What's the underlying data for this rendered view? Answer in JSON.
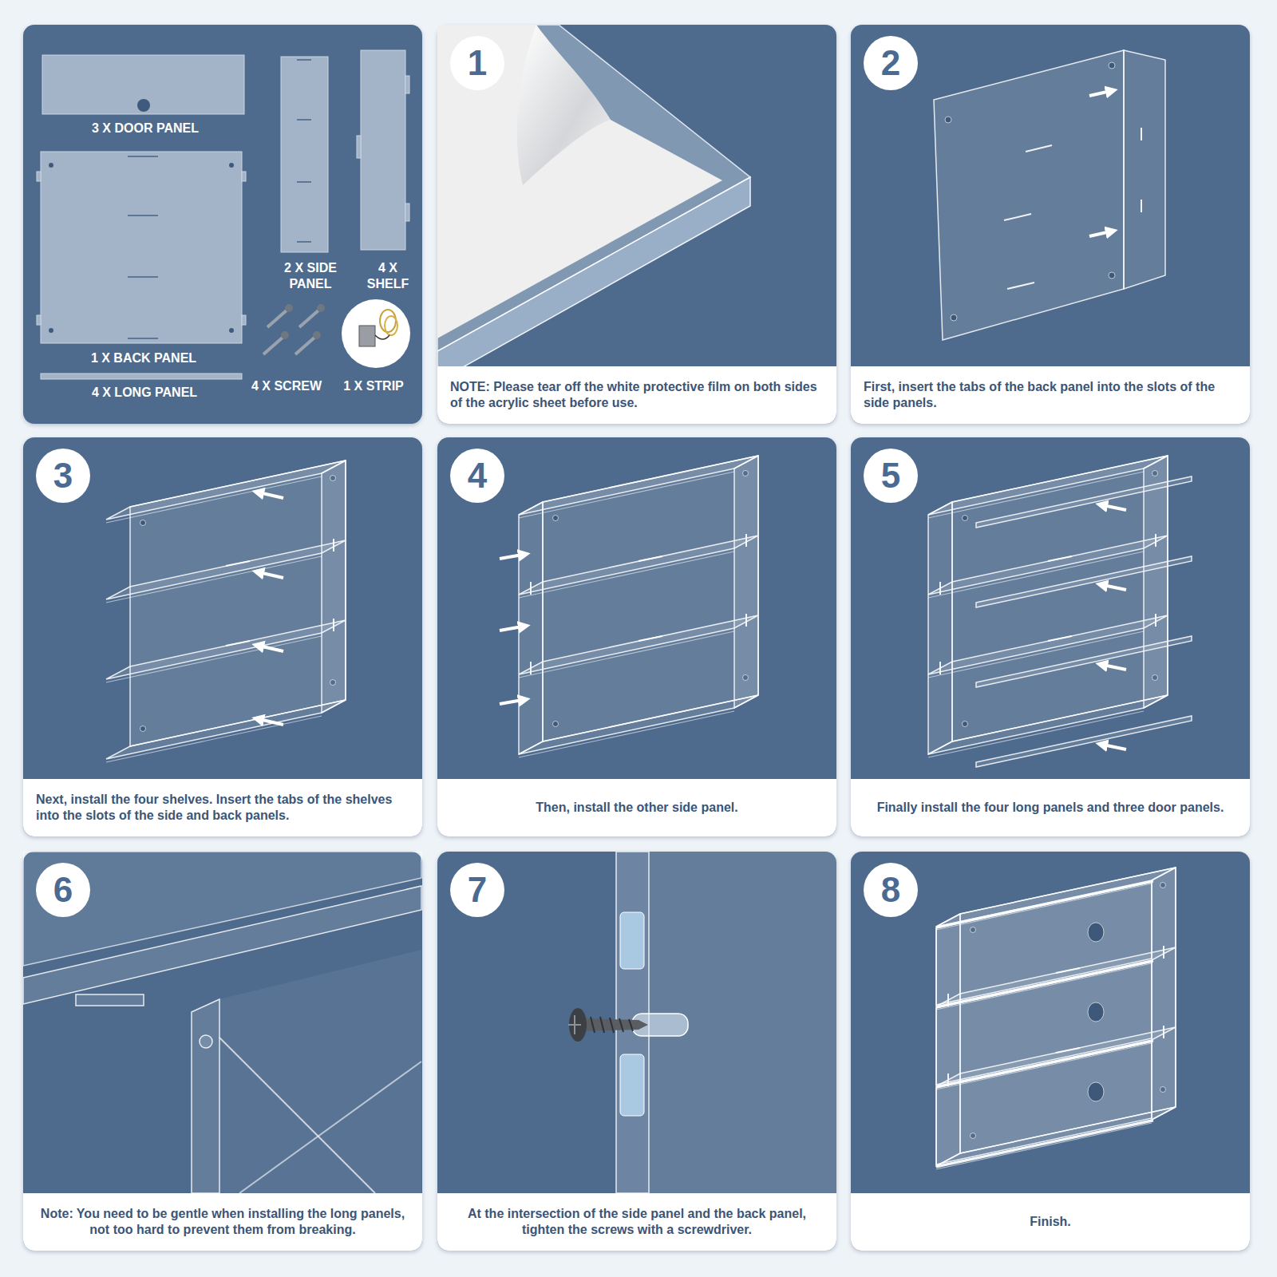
{
  "diagram": {
    "nodes": [
      {
        "text": [
          "3 X DOOR PANEL",
          "1 X BACK PANEL",
          "4 X LONG PANEL",
          "2 X SIDE PANEL",
          "4 X SHELF",
          "4 X SCREW",
          "1 X STRIP"
        ]
      },
      {
        "text": [
          "NOTE: Please tear off the white protective film on both sides of the acrylic sheet before use."
        ]
      },
      {
        "text": [
          "1"
        ],
        "in": 1
      },
      {
        "text": [
          "First, insert the tabs of the back panel into the slots of the side panels."
        ]
      },
      {
        "text": [
          "2"
        ],
        "in": 3
      },
      {
        "text": [
          "Next, install the four shelves. Insert the tabs of the shelves into the slots of the side and back panels."
        ]
      },
      {
        "text": [
          "3"
        ],
        "in": 5
      },
      {
        "text": [
          "Then, install the other side panel."
        ]
      },
      {
        "text": [
          "4"
        ],
        "in": 7
      },
      {
        "text": [
          "Finally install the four long panels and three door panels."
        ]
      },
      {
        "text": [
          "5"
        ],
        "in": 9
      },
      {
        "text": [
          "Note: You need to be gentle when installing the long panels, not too hard to prevent them from breaking."
        ]
      },
      {
        "text": [
          "6"
        ],
        "in": 11
      },
      {
        "text": [
          "At the intersection of the side panel and the back panel, tighten the screws with a screwdriver."
        ]
      },
      {
        "text": [
          "7"
        ],
        "in": 13
      },
      {
        "text": [
          "Finish."
        ]
      },
      {
        "text": [
          "8"
        ],
        "in": 15
      }
    ]
  }
}
